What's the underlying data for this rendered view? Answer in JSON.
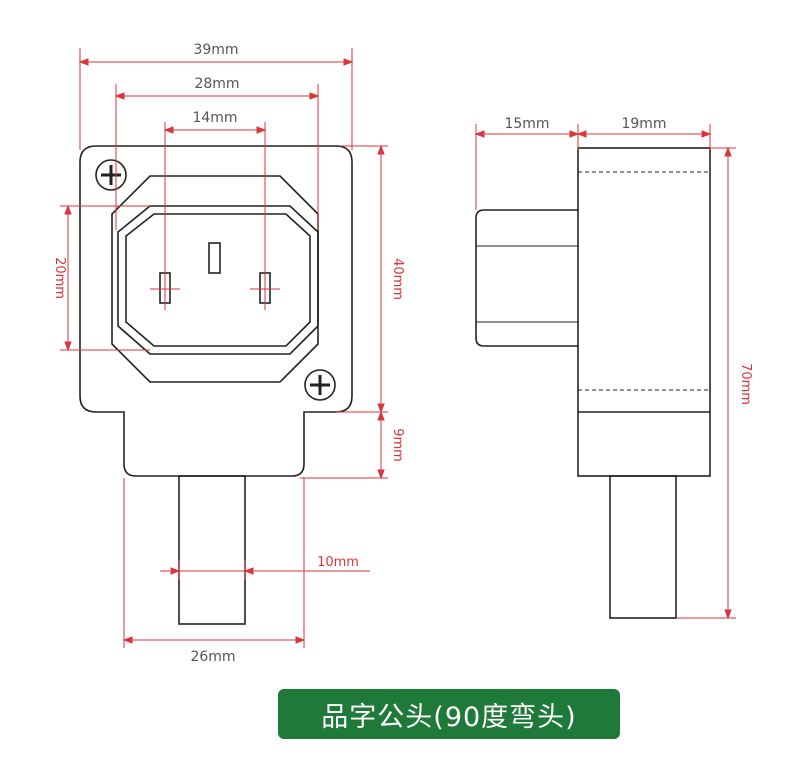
{
  "dimensions": {
    "total_width": "39mm",
    "inner_width": "28mm",
    "pin_spacing": "14mm",
    "socket_height": "20mm",
    "body_height": "40mm",
    "neck_height": "9mm",
    "cable_width": "10mm",
    "neck_width": "26mm",
    "side_plug_depth": "15mm",
    "side_body_depth": "19mm",
    "total_height": "70mm"
  },
  "caption": "品字公头(90度弯头)",
  "colors": {
    "dimension_line": "#d9363e",
    "outline": "#222222",
    "caption_bg": "#1f7a3a"
  }
}
